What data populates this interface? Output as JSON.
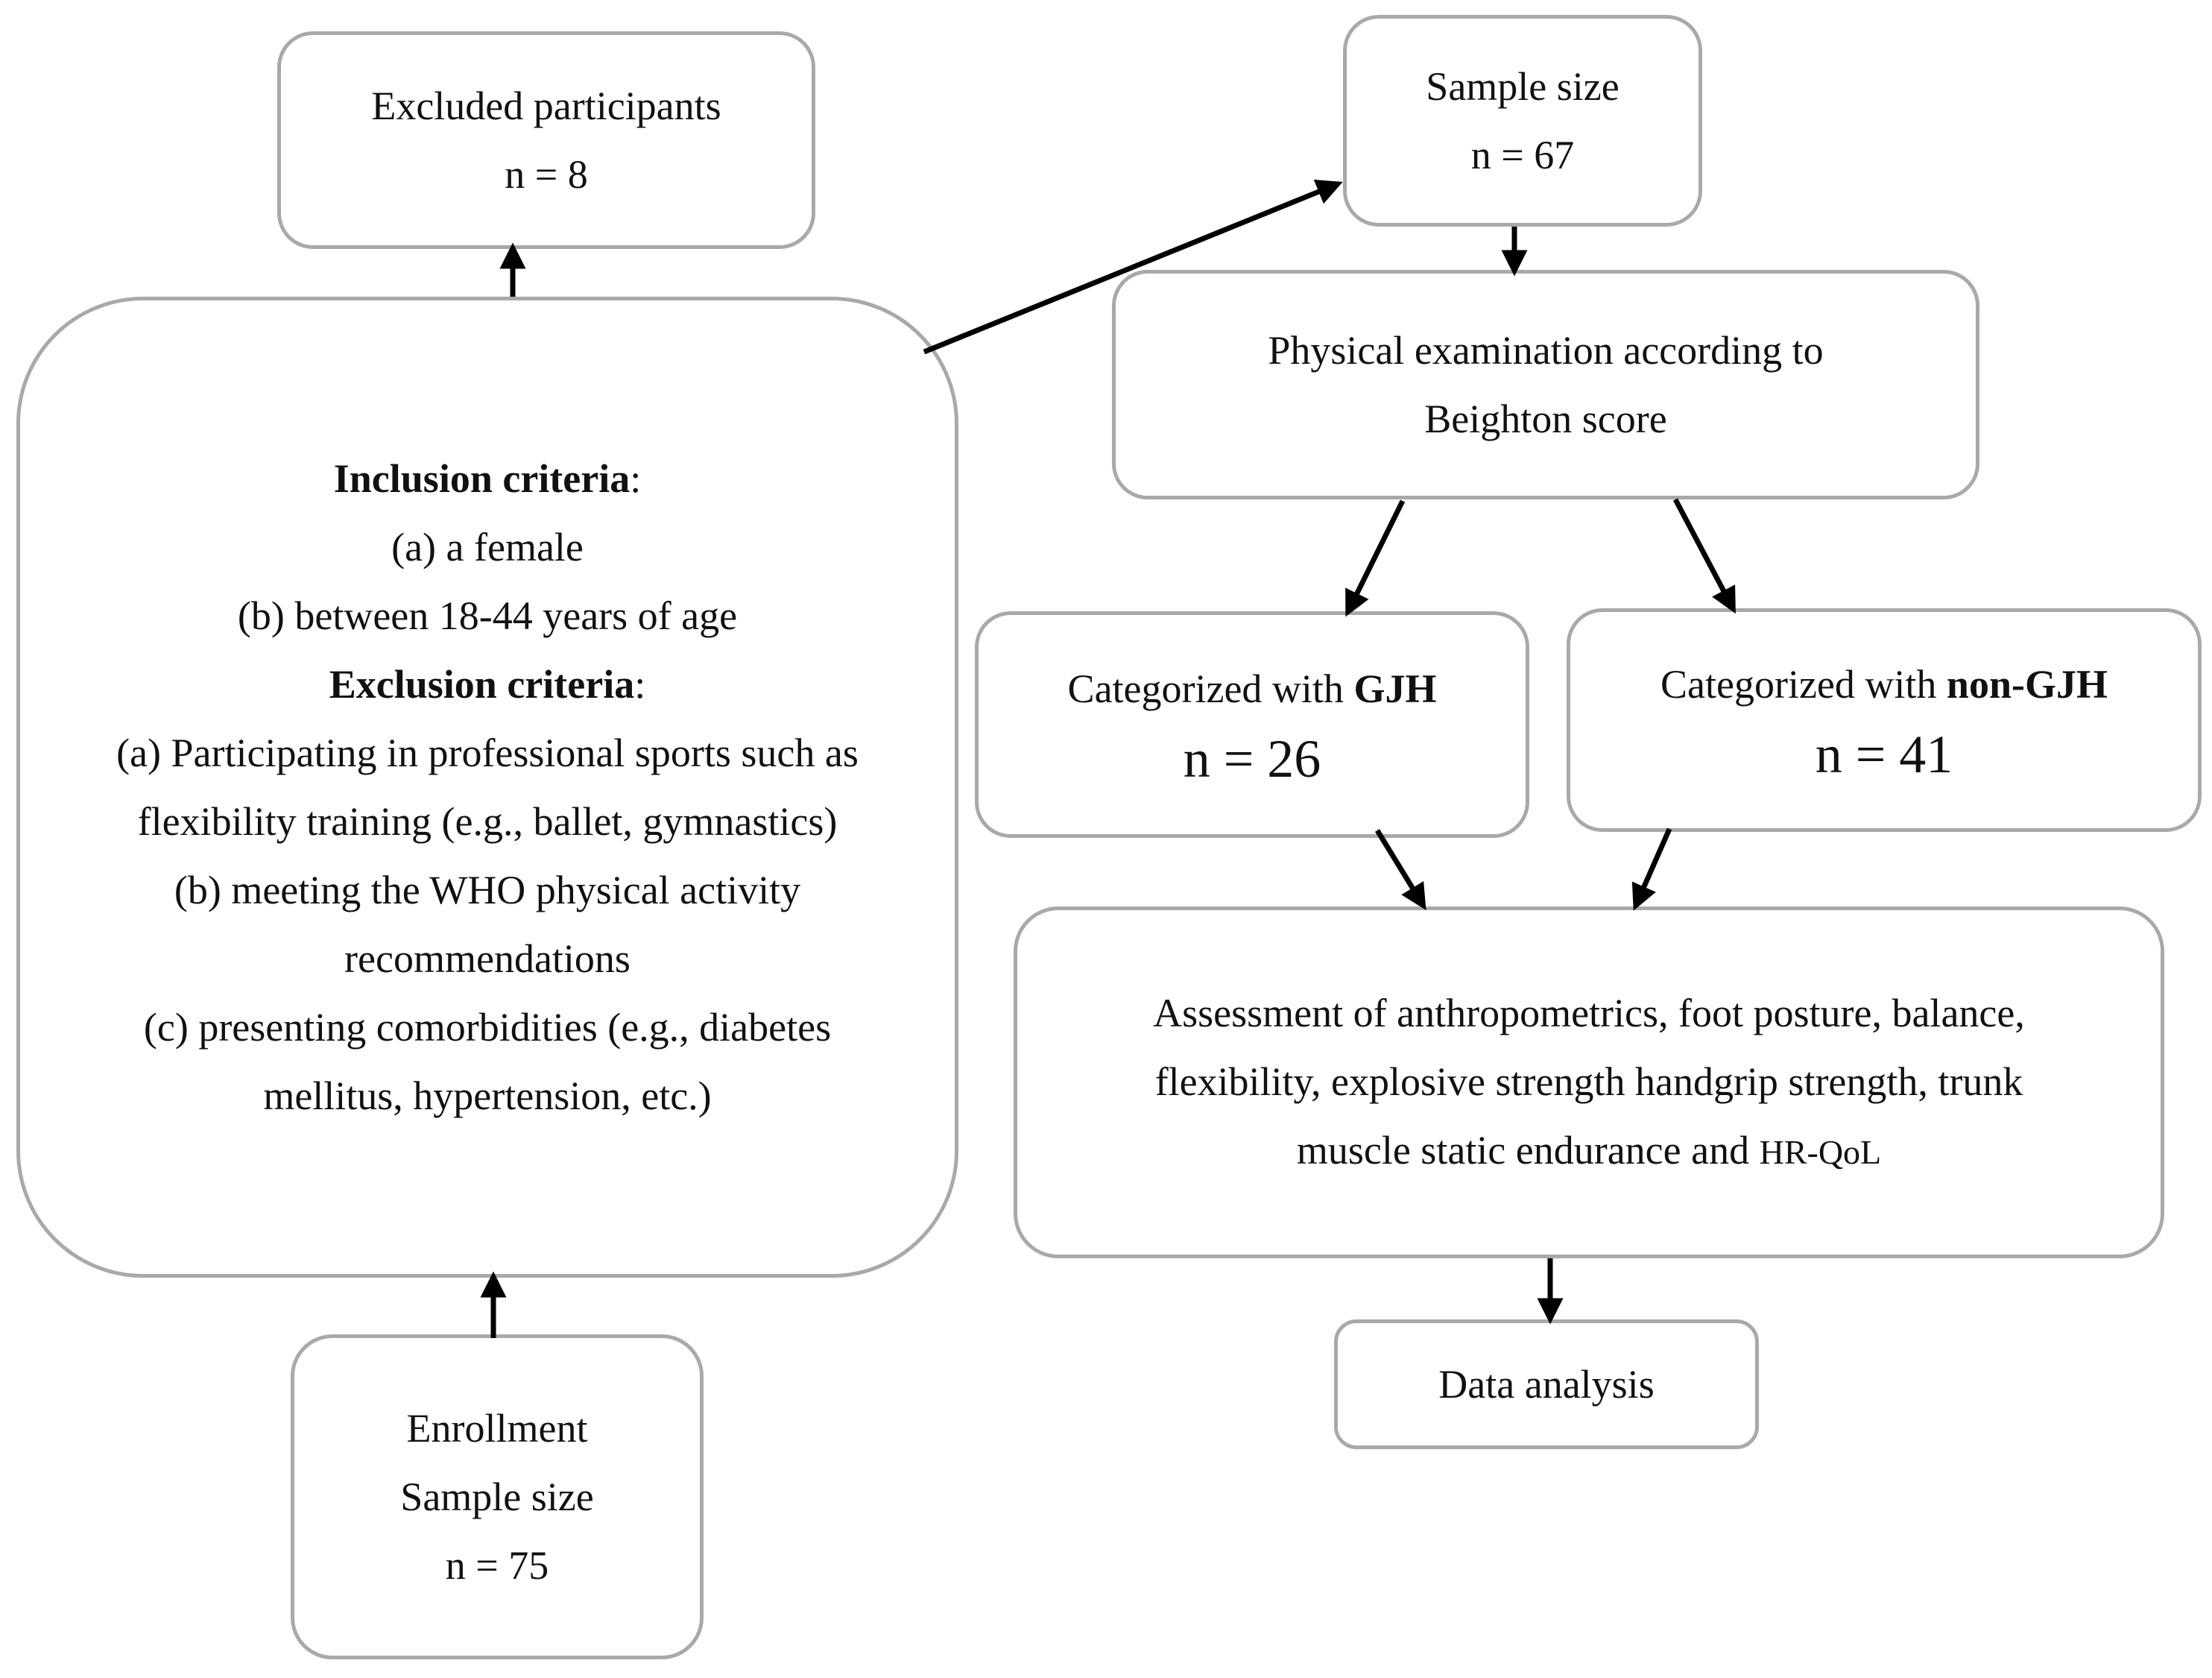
{
  "excluded": {
    "title": "Excluded participants",
    "count": "n = 8"
  },
  "sample": {
    "title": "Sample size",
    "count": "n = 67"
  },
  "criteria": {
    "inclusion_heading": "Inclusion criteria",
    "inclusion_items": [
      "(a) a female",
      "(b) between 18-44 years of age"
    ],
    "exclusion_heading": "Exclusion criteria",
    "exclusion_lines": [
      "(a) Participating in professional sports such as",
      "flexibility training (e.g., ballet, gymnastics)",
      "(b) meeting the WHO physical activity",
      "recommendations",
      "(c) presenting comorbidities (e.g., diabetes",
      "mellitus, hypertension, etc.)"
    ]
  },
  "physical": {
    "line1": "Physical examination according to",
    "line2": "Beighton score"
  },
  "gjh": {
    "prefix": "Categorized with ",
    "group": "GJH",
    "count": "n = 26"
  },
  "nongjh": {
    "prefix": "Categorized with ",
    "group": "non-GJH",
    "count": "n = 41"
  },
  "assessment": {
    "line1": "Assessment of anthropometrics, foot posture, balance,",
    "line2": "flexibility, explosive strength handgrip strength, trunk",
    "line3_text": "muscle static endurance and ",
    "line3_small": "HR-QoL"
  },
  "analysis": {
    "title": "Data analysis"
  },
  "enrollment": {
    "title": "Enrollment",
    "subtitle": "Sample size",
    "count": "n = 75"
  }
}
